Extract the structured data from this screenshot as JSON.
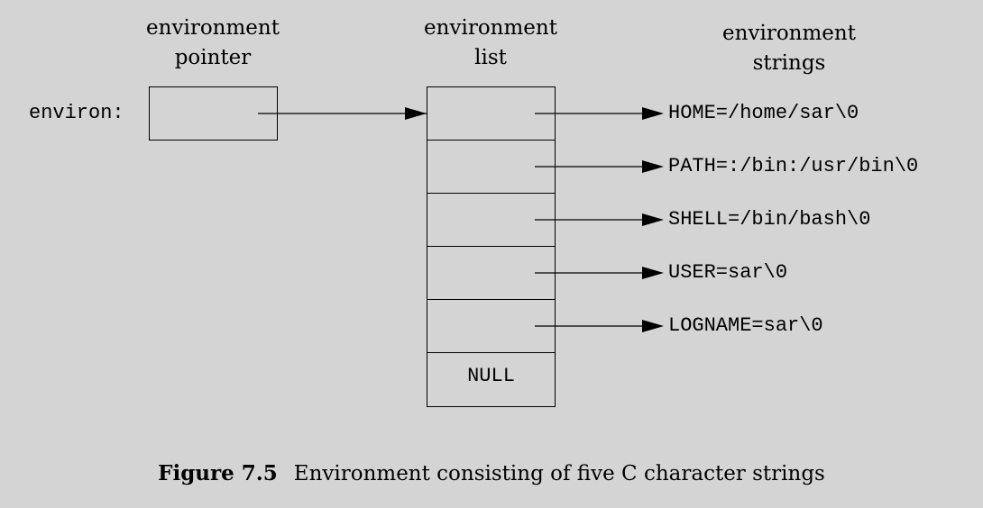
{
  "headings": {
    "pointer": [
      "environment",
      "pointer"
    ],
    "list": [
      "environment",
      "list"
    ],
    "strings": [
      "environment",
      "strings"
    ]
  },
  "pointer_label": "environ:",
  "list_terminator": "NULL",
  "strings": [
    "HOME=/home/sar\\0",
    "PATH=:/bin:/usr/bin\\0",
    "SHELL=/bin/bash\\0",
    "USER=sar\\0",
    "LOGNAME=sar\\0"
  ],
  "caption": {
    "label": "Figure 7.5",
    "text": "Environment consisting of five C character strings"
  }
}
